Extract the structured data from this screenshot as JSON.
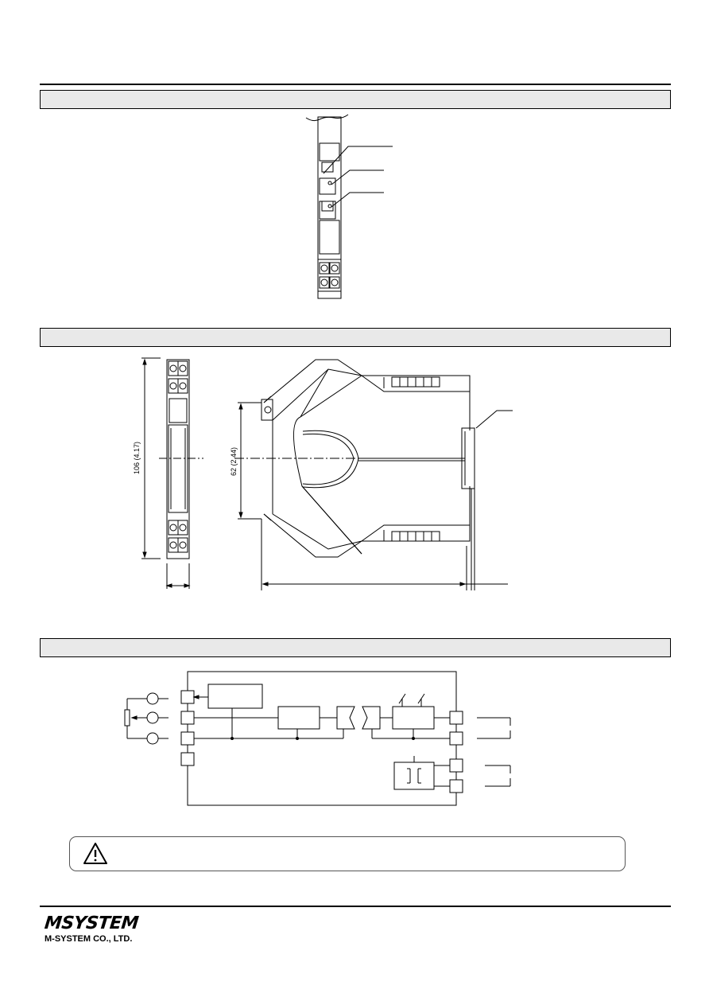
{
  "front_view": {
    "labels": []
  },
  "dimensions": {
    "height_label": "106 (4.17)",
    "depth_label": "62 (2.44)"
  },
  "block_diagram": {
    "labels": []
  },
  "footer": {
    "logo_text": "MSYSTEM",
    "company": "M-SYSTEM CO., LTD."
  },
  "icons": {
    "caution": "warning-triangle-icon"
  }
}
